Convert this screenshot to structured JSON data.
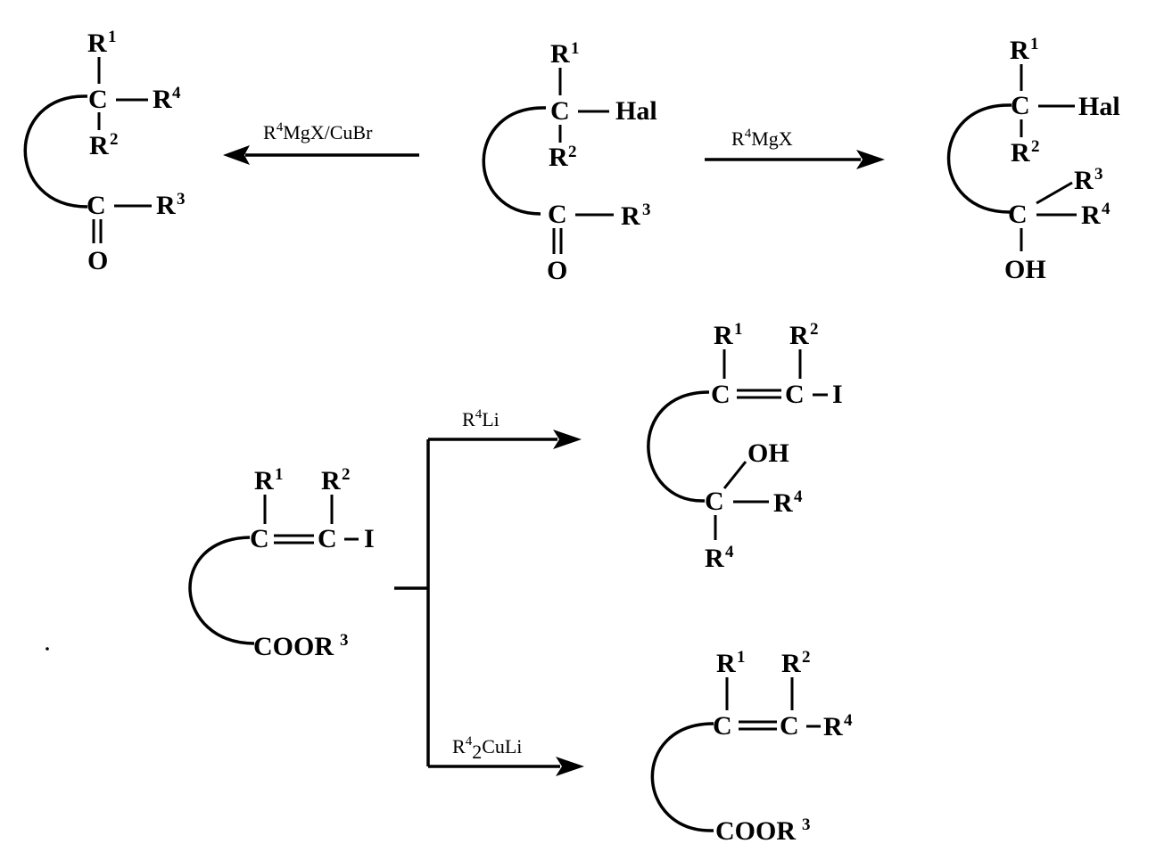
{
  "atoms": {
    "C": "C",
    "O": "O",
    "R": "R",
    "Hal": "Hal",
    "I": "I",
    "OH": "OH",
    "COOR": "COOR",
    "n1": "1",
    "n2": "2",
    "n3": "3",
    "n4": "4"
  },
  "reagents": {
    "r1_base": "R",
    "r1_sup": "4",
    "r1_rest": "MgX/CuBr",
    "r2_base": "R",
    "r2_sup": "4",
    "r2_rest": "MgX",
    "r3_base": "R",
    "r3_sup": "4",
    "r3_rest": "Li",
    "r4_base": "R",
    "r4_sup": "4",
    "r4_sub": "2",
    "r4_rest": "CuLi"
  }
}
